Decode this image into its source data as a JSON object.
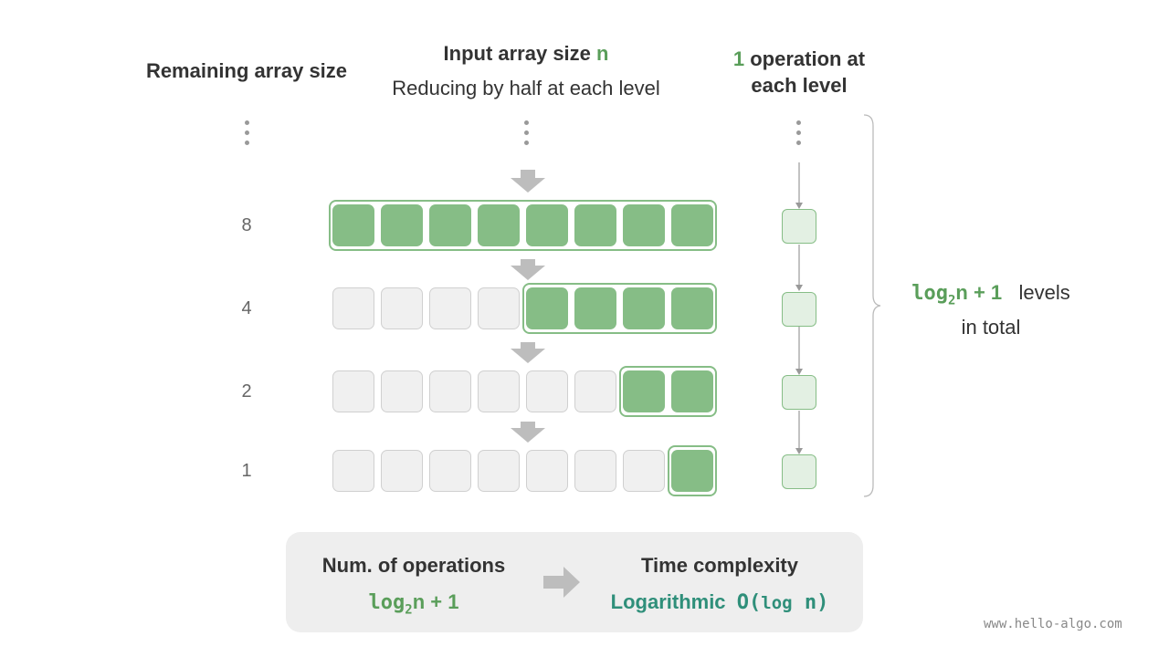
{
  "header": {
    "left_title": "Remaining array size",
    "center_title_prefix": "Input array size ",
    "center_title_var": "n",
    "center_subtitle": "Reducing by half at each level",
    "right_title_num": "1",
    "right_title_line1": " operation at",
    "right_title_line2": "each level"
  },
  "levels": [
    {
      "size_label": "8",
      "total_cells": 8,
      "active_cells": 8
    },
    {
      "size_label": "4",
      "total_cells": 8,
      "active_cells": 4
    },
    {
      "size_label": "2",
      "total_cells": 8,
      "active_cells": 2
    },
    {
      "size_label": "1",
      "total_cells": 8,
      "active_cells": 1
    }
  ],
  "total_levels": {
    "log": "log",
    "base": "2",
    "expr_rest": "n + 1",
    "word_levels": "levels",
    "word_in_total": "in total"
  },
  "summary": {
    "ops_title": "Num. of operations",
    "ops_log": "log",
    "ops_base": "2",
    "ops_rest": "n + 1",
    "tc_title": "Time complexity",
    "tc_name": "Logarithmic",
    "tc_big_o": "O(",
    "tc_log": "log",
    "tc_n": " n)"
  },
  "watermark": "www.hello-algo.com",
  "colors": {
    "active_cell": "#86bd86",
    "inactive_cell": "#f0f0f0",
    "op_box": "#e3f0e3",
    "accent_green": "#5a9e5a",
    "accent_teal": "#2f8f7a",
    "arrow_gray": "#bdbdbd"
  }
}
